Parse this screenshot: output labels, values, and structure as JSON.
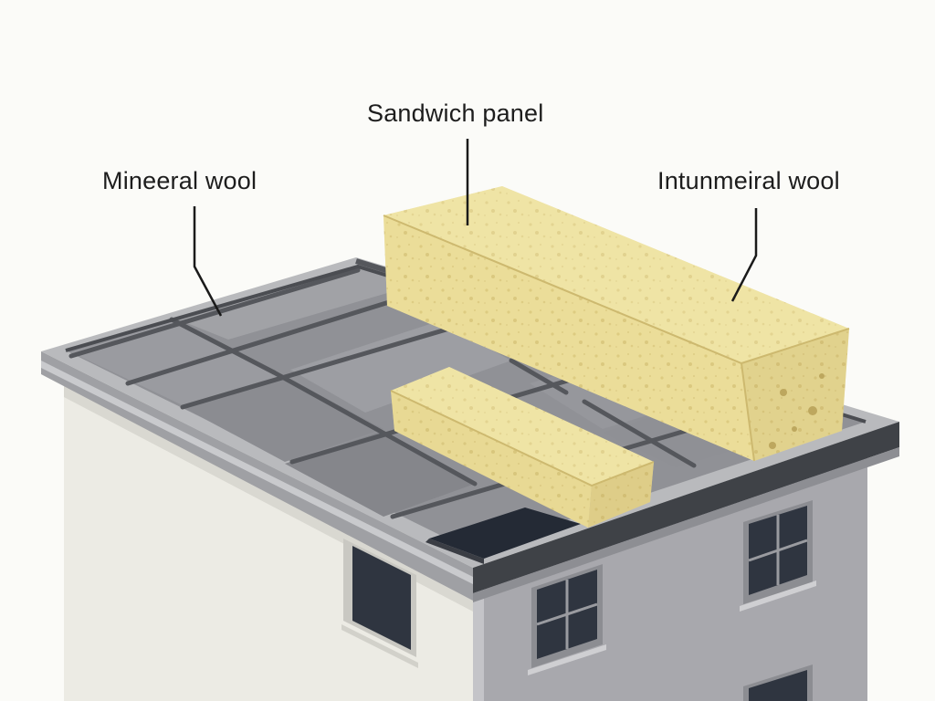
{
  "labels": {
    "mineral_wool": "Mineeral  wool",
    "sandwich_panel": "Sandwich panel",
    "intunmeiral_wool": "Intunmeiral wool"
  },
  "colors": {
    "background": "#fbfbf8",
    "wall_light": "#ecebe4",
    "wall_right": "#a9a9ad",
    "roof_membrane": "#8e8f93",
    "roof_seam": "#56585d",
    "parapet_cap": "#b7b8bb",
    "parapet_dark": "#3f4247",
    "insulation": "#ede0a0",
    "insulation_shadow": "#d8c47c",
    "window": "#2f3540"
  }
}
